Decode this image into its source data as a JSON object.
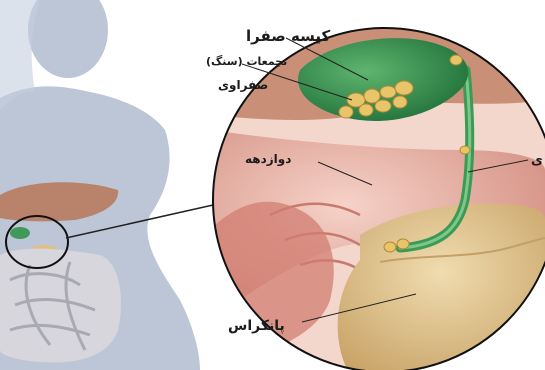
{
  "labels": {
    "gallbladder": "کیسه صفرا",
    "stones_line1": "تجمعات (سنگ)",
    "stones_line2": "صفراوی",
    "duodenum": "دوازدهه",
    "pancreas": "پانکراس",
    "bile_duct_fragment": "ی"
  },
  "colors": {
    "background": "#ffffff",
    "silhouette": "#bcc6d7",
    "gallbladder": "#2e8a4a",
    "stones": "#e8c46a",
    "duodenum": "#e9b5a8",
    "pancreas": "#dcc28e",
    "liver": "#b9826a",
    "intestine": "#d2d2d8"
  }
}
